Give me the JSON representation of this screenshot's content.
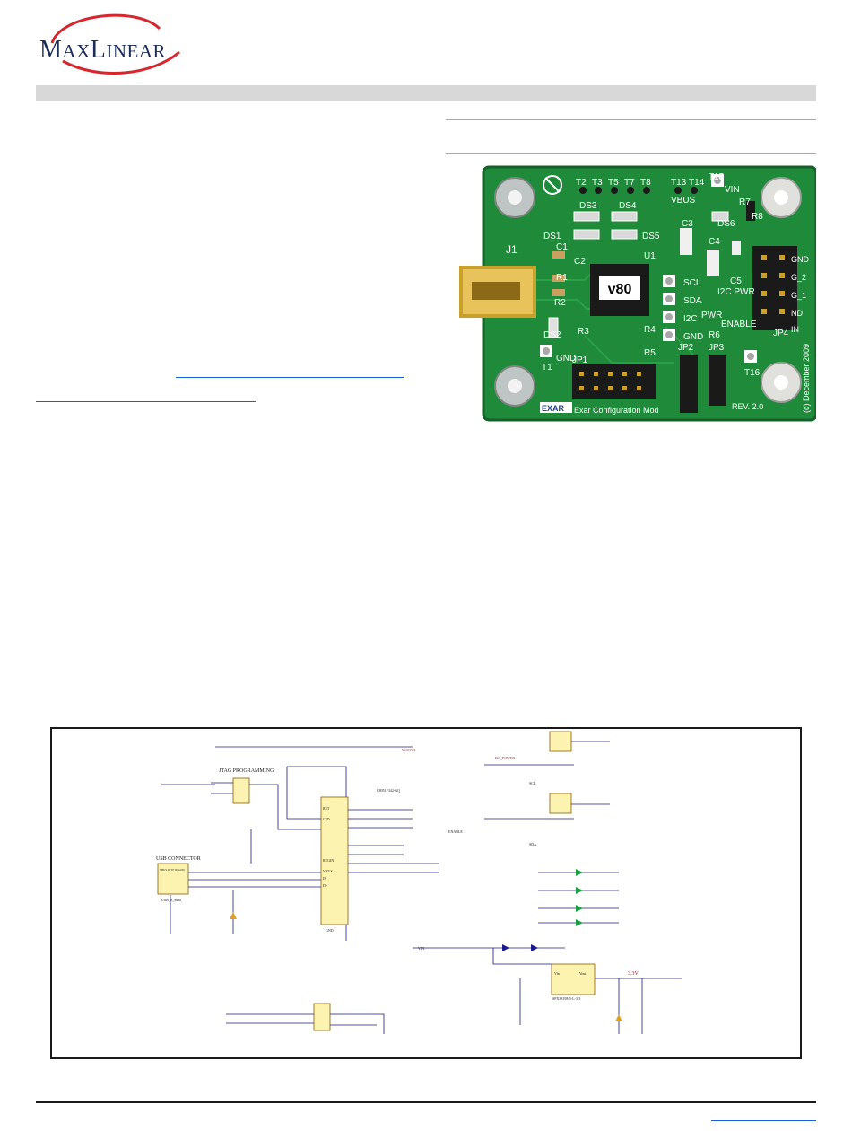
{
  "logo": {
    "first": "M",
    "first_rest": "AX",
    "second": "L",
    "second_rest": "INEAR",
    "colors": {
      "swoosh": "#d6262e",
      "text": "#1b2d5a"
    }
  },
  "photo": {
    "chip_label": "v80",
    "labels": {
      "j1": "J1",
      "c1": "C1",
      "c2": "C2",
      "r1": "R1",
      "r2": "R2",
      "r3": "R3",
      "r4": "R4",
      "r5": "R5",
      "r6": "R6",
      "r7": "R7",
      "r8": "R8",
      "ds1": "DS1",
      "ds2": "DS2",
      "ds3": "DS3",
      "ds4": "DS4",
      "ds5": "DS5",
      "ds6": "DS6",
      "u1": "U1",
      "c3": "C3",
      "c4": "C4",
      "c5": "C5",
      "t1": "T1",
      "t2": "T2",
      "t3": "T3",
      "t5": "T5",
      "t7": "T7",
      "t8": "T8",
      "t13": "T13",
      "t14": "T14",
      "t15": "T15",
      "t16": "T16",
      "vbus": "VBUS",
      "vin": "VIN",
      "gnd": "GND",
      "scl": "SCL",
      "sda": "SDA",
      "i2c": "I2C",
      "gnd2": "GND",
      "i2c_pwr": "I2C PWR",
      "pwr": "PWR",
      "enable": "ENABLE",
      "jp1": "JP1",
      "jp2": "JP2",
      "jp3": "JP3",
      "jp4": "JP4",
      "exar": "EXAR",
      "config": "Exar Configuration Mod",
      "rev": "REV. 2.0",
      "copyright": "(c) December 2009",
      "jp4_pins": [
        "GND",
        "G_2",
        "G_1",
        "ND",
        "IN"
      ]
    },
    "colors": {
      "board": "#1f8a3a",
      "silkscreen": "#ffffff"
    }
  },
  "schematic": {
    "labels": {
      "jtag": "JTAG PROGRAMMING",
      "usb": "USB CONNECTOR",
      "usb_part": "USB_B_mini",
      "usb_pins": "VBUS D- D+ ID GND",
      "mcu": "C8051F342-GQ",
      "vcc": "VCC3V3",
      "i2c_power": "I2C_POWER",
      "scl": "SCL",
      "sda": "SDA",
      "enable": "ENABLE",
      "rst": "RST",
      "c2d": "C2D",
      "regin": "REGIN",
      "vbus": "VBUS",
      "d_minus": "D-",
      "d_plus": "D+",
      "gnd": "GND",
      "vin": "VIN",
      "three_v3": "3.3V",
      "reg": "SPX3819M5-L-3-3",
      "vin_pin": "Vin",
      "vout_pin": "Vout"
    }
  }
}
